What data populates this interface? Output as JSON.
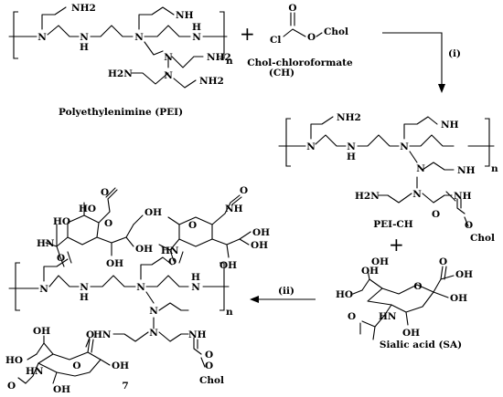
{
  "labels": {
    "pei": "Polyethylenimine (PEI)",
    "ch_line1": "Chol-chloroformate",
    "ch_line2": "(CH)",
    "pei_ch": "PEI-CH",
    "sa": "Sialic acid (SA)",
    "product": "7",
    "step1": "(i)",
    "step2": "(ii)"
  },
  "atoms": {
    "N": "N",
    "H": "H",
    "NH2": "NH2",
    "H2N": "H2N",
    "HN": "HN",
    "NH": "NH",
    "O": "O",
    "OH": "OH",
    "HO": "HO",
    "Cl": "Cl",
    "Chol": "Chol",
    "n": "n"
  }
}
